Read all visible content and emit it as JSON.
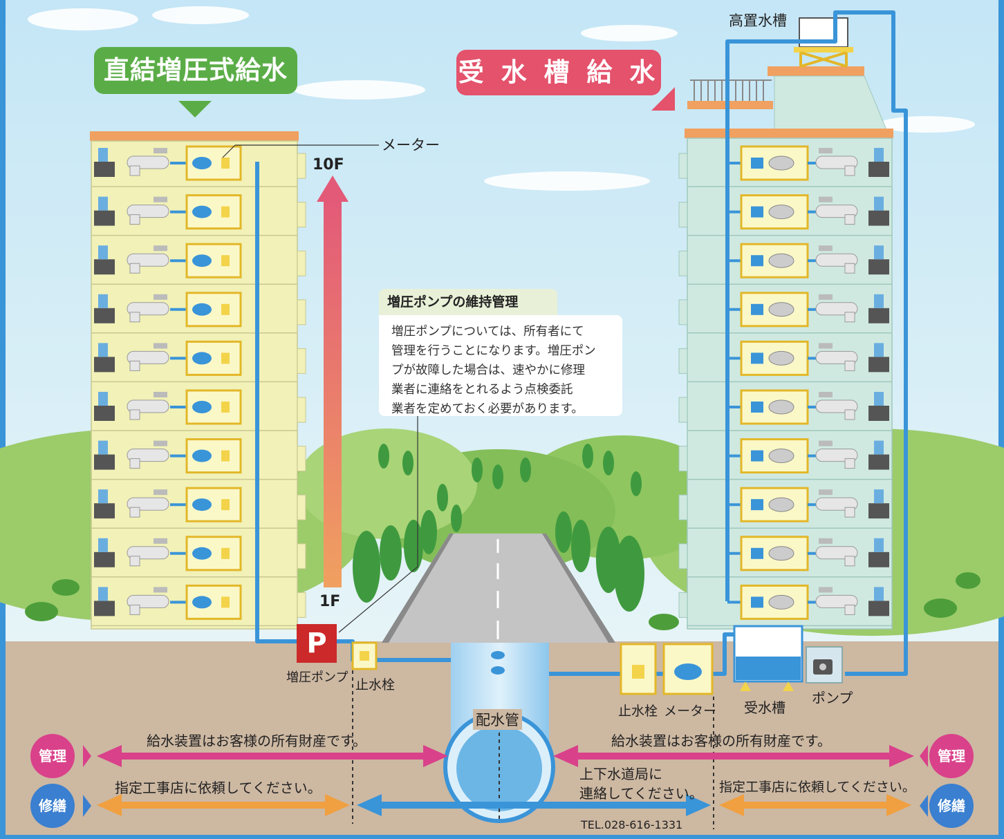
{
  "titles": {
    "direct_pressure": "直結増圧式給水",
    "tank_supply": "受 水 槽 給 水"
  },
  "labels": {
    "elevated_tank": "高置水槽",
    "meter_top": "メーター",
    "floor_top": "10F",
    "floor_bottom": "1F",
    "booster_pump": "増圧ポンプ",
    "stop_valve_left": "止水栓",
    "stop_valve_right": "止水栓",
    "meter_bottom": "メーター",
    "receiving_tank": "受水槽",
    "pump": "ポンプ",
    "distribution_pipe": "配水管",
    "pump_symbol": "P"
  },
  "note": {
    "title": "増圧ポンプの維持管理",
    "lines": [
      "増圧ポンプについては、所有者にて",
      "管理を行うことになります。増圧ポン",
      "プが故障した場合は、速やかに修理",
      "業者に連絡をとれるよう点検委託",
      "業者を定めておく必要があります。"
    ]
  },
  "responsibility": {
    "left_property": "給水装置はお客様の所有財産です。",
    "right_property": "給水装置はお客様の所有財産です。",
    "left_repair": "指定工事店に依頼してください。",
    "right_repair": "指定工事店に依頼してください。",
    "bureau_line1": "上下水道局に",
    "bureau_line2": "連絡してください。",
    "tel": "TEL.028-616-1331",
    "badge_manage": "管理",
    "badge_repair": "修繕"
  },
  "colors": {
    "sky": "#d7eef8",
    "building_left": "#f1f1b8",
    "building_right": "#cfe9e1",
    "pipe": "#3a94d8",
    "ground": "#c9b39d",
    "road": "#c8c8c8",
    "title_green": "#5aad46",
    "title_pink": "#e4526c",
    "arrow_manage": "#d9418a",
    "arrow_repair": "#f0a040",
    "arrow_bureau": "#3a94d8",
    "badge_manage": "#d9418a",
    "badge_repair": "#3a7fd0",
    "pump_red": "#cc2a2a"
  }
}
